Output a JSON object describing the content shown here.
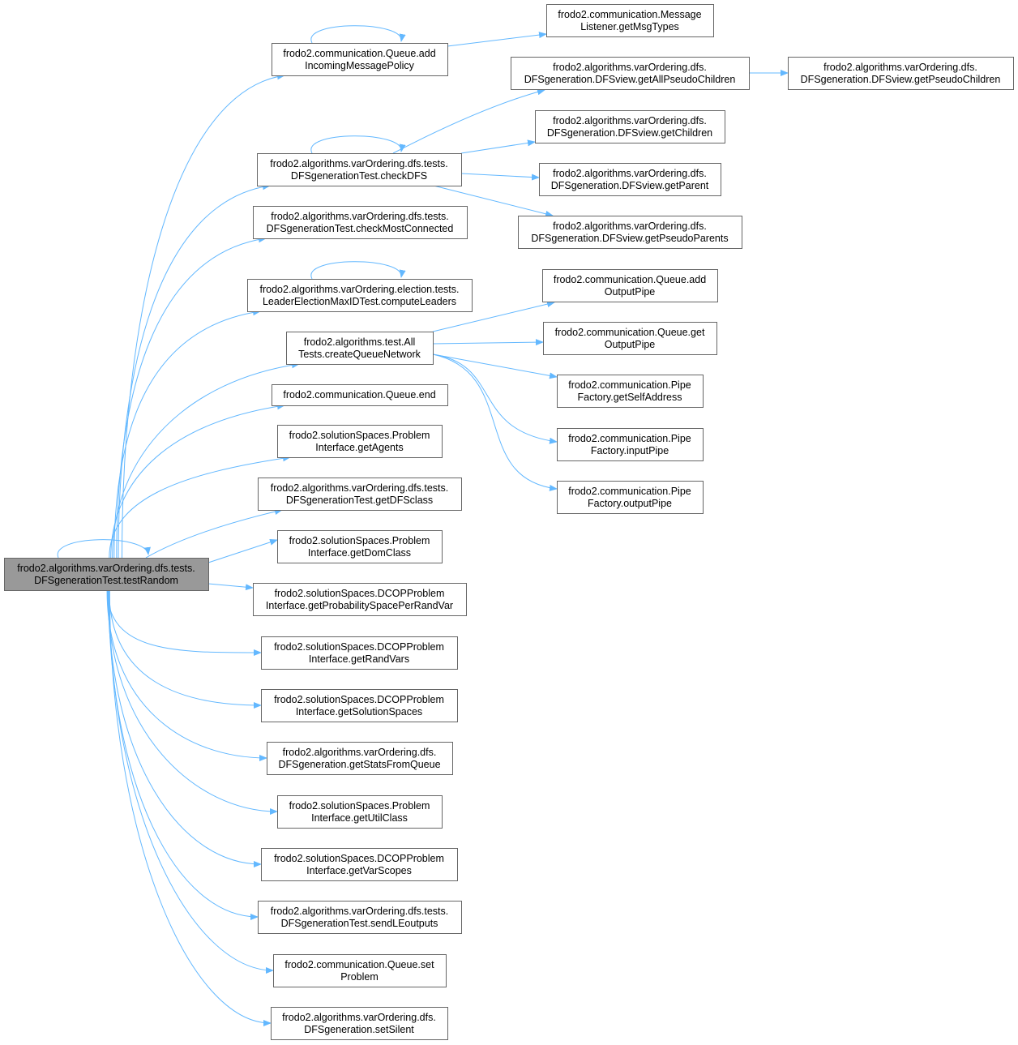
{
  "root": {
    "line1": "frodo2.algorithms.varOrdering.dfs.tests.",
    "line2": "DFSgenerationTest.testRandom"
  },
  "nodes": [
    {
      "id": "addIncomingMessagePolicy",
      "line1": "frodo2.communication.Queue.add",
      "line2": "IncomingMessagePolicy"
    },
    {
      "id": "getMsgTypes",
      "line1": "frodo2.communication.Message",
      "line2": "Listener.getMsgTypes"
    },
    {
      "id": "checkDFS",
      "line1": "frodo2.algorithms.varOrdering.dfs.tests.",
      "line2": "DFSgenerationTest.checkDFS"
    },
    {
      "id": "getAllPseudoChildren",
      "line1": "frodo2.algorithms.varOrdering.dfs.",
      "line2": "DFSgeneration.DFSview.getAllPseudoChildren"
    },
    {
      "id": "getPseudoChildren",
      "line1": "frodo2.algorithms.varOrdering.dfs.",
      "line2": "DFSgeneration.DFSview.getPseudoChildren"
    },
    {
      "id": "getChildren",
      "line1": "frodo2.algorithms.varOrdering.dfs.",
      "line2": "DFSgeneration.DFSview.getChildren"
    },
    {
      "id": "getParent",
      "line1": "frodo2.algorithms.varOrdering.dfs.",
      "line2": "DFSgeneration.DFSview.getParent"
    },
    {
      "id": "getPseudoParents",
      "line1": "frodo2.algorithms.varOrdering.dfs.",
      "line2": "DFSgeneration.DFSview.getPseudoParents"
    },
    {
      "id": "checkMostConnected",
      "line1": "frodo2.algorithms.varOrdering.dfs.tests.",
      "line2": "DFSgenerationTest.checkMostConnected"
    },
    {
      "id": "computeLeaders",
      "line1": "frodo2.algorithms.varOrdering.election.tests.",
      "line2": "LeaderElectionMaxIDTest.computeLeaders"
    },
    {
      "id": "createQueueNetwork",
      "line1": "frodo2.algorithms.test.All",
      "line2": "Tests.createQueueNetwork"
    },
    {
      "id": "addOutputPipe",
      "line1": "frodo2.communication.Queue.add",
      "line2": "OutputPipe"
    },
    {
      "id": "getOutputPipe",
      "line1": "frodo2.communication.Queue.get",
      "line2": "OutputPipe"
    },
    {
      "id": "getSelfAddress",
      "line1": "frodo2.communication.Pipe",
      "line2": "Factory.getSelfAddress"
    },
    {
      "id": "inputPipe",
      "line1": "frodo2.communication.Pipe",
      "line2": "Factory.inputPipe"
    },
    {
      "id": "outputPipe",
      "line1": "frodo2.communication.Pipe",
      "line2": "Factory.outputPipe"
    },
    {
      "id": "queueEnd",
      "line1": "frodo2.communication.Queue.end",
      "line2": ""
    },
    {
      "id": "getAgents",
      "line1": "frodo2.solutionSpaces.Problem",
      "line2": "Interface.getAgents"
    },
    {
      "id": "getDFSclass",
      "line1": "frodo2.algorithms.varOrdering.dfs.tests.",
      "line2": "DFSgenerationTest.getDFSclass"
    },
    {
      "id": "getDomClass",
      "line1": "frodo2.solutionSpaces.Problem",
      "line2": "Interface.getDomClass"
    },
    {
      "id": "getProbabilitySpacePerRandVar",
      "line1": "frodo2.solutionSpaces.DCOPProblem",
      "line2": "Interface.getProbabilitySpacePerRandVar"
    },
    {
      "id": "getRandVars",
      "line1": "frodo2.solutionSpaces.DCOPProblem",
      "line2": "Interface.getRandVars"
    },
    {
      "id": "getSolutionSpaces",
      "line1": "frodo2.solutionSpaces.DCOPProblem",
      "line2": "Interface.getSolutionSpaces"
    },
    {
      "id": "getStatsFromQueue",
      "line1": "frodo2.algorithms.varOrdering.dfs.",
      "line2": "DFSgeneration.getStatsFromQueue"
    },
    {
      "id": "getUtilClass",
      "line1": "frodo2.solutionSpaces.Problem",
      "line2": "Interface.getUtilClass"
    },
    {
      "id": "getVarScopes",
      "line1": "frodo2.solutionSpaces.DCOPProblem",
      "line2": "Interface.getVarScopes"
    },
    {
      "id": "sendLEoutputs",
      "line1": "frodo2.algorithms.varOrdering.dfs.tests.",
      "line2": "DFSgenerationTest.sendLEoutputs"
    },
    {
      "id": "setProblem",
      "line1": "frodo2.communication.Queue.set",
      "line2": "Problem"
    },
    {
      "id": "setSilent",
      "line1": "frodo2.algorithms.varOrdering.dfs.",
      "line2": "DFSgeneration.setSilent"
    }
  ],
  "colors": {
    "edge": "#63b8ff",
    "root_fill": "#999999",
    "node_border": "#666666"
  }
}
